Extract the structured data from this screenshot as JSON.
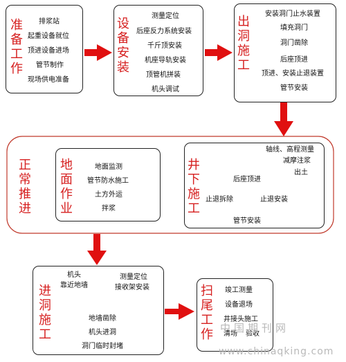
{
  "stages": {
    "prep": {
      "title": "准备工作",
      "items": [
        "排浆站",
        "起重设备就位",
        "顶进设备进场",
        "管节制作",
        "现场供电准备"
      ]
    },
    "install": {
      "title": "设备安装",
      "items": [
        "测量定位",
        "后座反力系统安装",
        "千斤顶安装",
        "机座导轨安装",
        "顶管机拼装",
        "机头调试"
      ]
    },
    "exit": {
      "title": "出洞施工",
      "items": [
        "安装洞门止水装置",
        "填充洞门",
        "洞门凿除",
        "后座顶进",
        "顶进、安装止退装置",
        "管节安装"
      ]
    },
    "normal": {
      "title": "正常推进",
      "ground": {
        "title": "地面作业",
        "items": [
          "地面监测",
          "管节防水施工",
          "土方外运",
          "拌浆"
        ]
      },
      "well": {
        "title": "井下施工",
        "items": [
          "轴线、高程测量",
          "减摩注浆",
          "出土",
          "后座顶进",
          "止退拆除",
          "止退安装",
          "管节安装"
        ]
      }
    },
    "enter": {
      "title": "进洞施工",
      "items": [
        "机头",
        "靠近地墙",
        "测量定位",
        "接收架安装",
        "地墙凿除",
        "机头进洞",
        "洞门临时封堵"
      ]
    },
    "finish": {
      "title": "扫尾工作",
      "items": [
        "竣工测量",
        "设备退场",
        "井接头施工",
        "清场",
        "验收"
      ]
    }
  },
  "watermarks": {
    "cn": "中国期刊网",
    "url": "www.chinaqking.com"
  },
  "colors": {
    "title_red": "#d62020",
    "arrow_red": "#e01010",
    "border": "#222222"
  }
}
